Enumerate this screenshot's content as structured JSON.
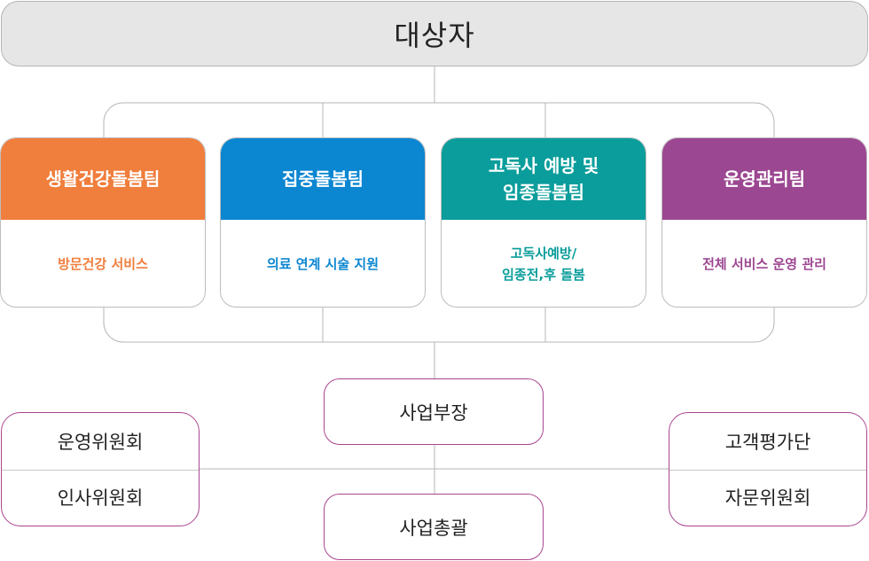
{
  "top": {
    "label": "대상자"
  },
  "teams": [
    {
      "title": "생활건강돌봄팀",
      "service": "방문건강 서비스",
      "color": "#f07e3c"
    },
    {
      "title": "집중돌봄팀",
      "service": "의료 연계 시술 지원",
      "color": "#0b86d1"
    },
    {
      "title": "고독사 예방 및\n임종돌봄팀",
      "service": "고독사예방/\n임종전,후 돌봄",
      "color": "#0a9d9b"
    },
    {
      "title": "운영관리팀",
      "service": "전체 서비스 운영 관리",
      "color": "#9c4791"
    }
  ],
  "management": {
    "director": "사업부장",
    "general": "사업총괄"
  },
  "left_committees": [
    "운영위원회",
    "인사위원회"
  ],
  "right_committees": [
    "고객평가단",
    "자문위원회"
  ],
  "colors": {
    "line": "#b5b5b5",
    "pill_border": "#a9458f",
    "top_fill": "#e6e6e6"
  }
}
